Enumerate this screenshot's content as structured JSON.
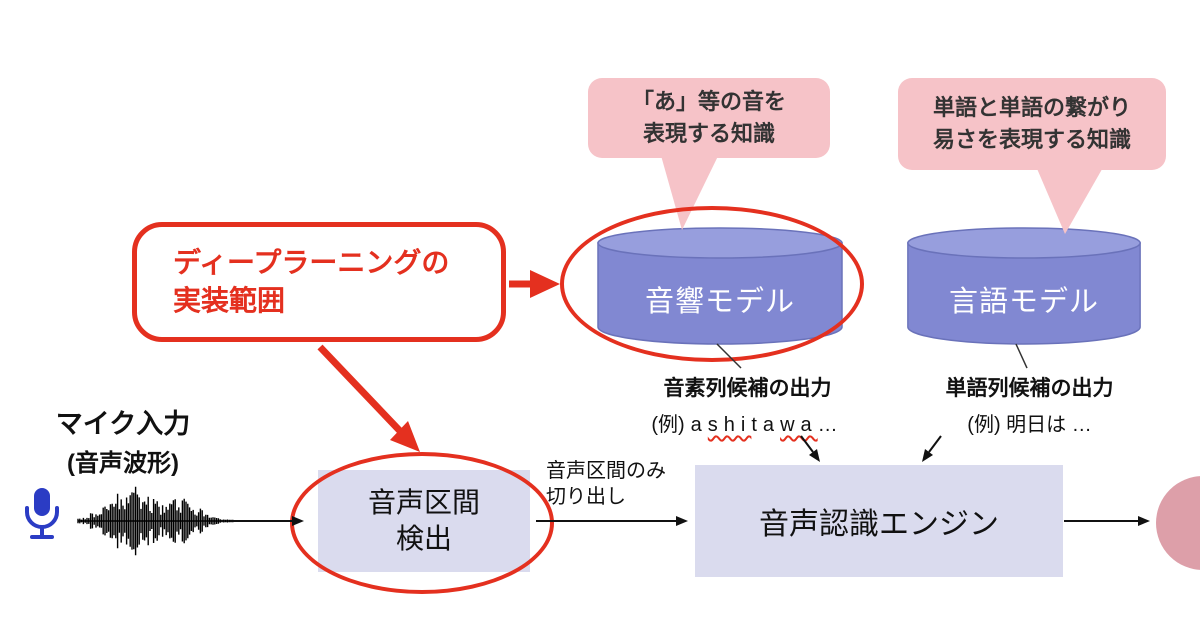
{
  "colors": {
    "red": "#e4301f",
    "bubble_pink": "#f6c3c8",
    "cylinder_blue": "#8188d2",
    "cylinder_top": "#979edd",
    "cylinder_stroke": "#6a72ba",
    "box_lavender": "#dadbee",
    "circle_pink": "#dd9fa9",
    "mic_blue": "#2b3cc4"
  },
  "callouts": {
    "acoustic": {
      "line1": "「あ」等の音を",
      "line2": "表現する知識"
    },
    "language": {
      "line1": "単語と単語の繋がり",
      "line2": "易さを表現する知識"
    }
  },
  "deep_learning": {
    "line1": "ディープラーニングの",
    "line2": "実装範囲"
  },
  "models": {
    "acoustic": {
      "label": "音響モデル"
    },
    "language": {
      "label": "言語モデル"
    }
  },
  "outputs": {
    "phoneme": {
      "title": "音素列候補の出力",
      "example_prefix": "(例)",
      "example_segments": [
        {
          "text": "a",
          "wavy": false
        },
        {
          "text": "shi",
          "wavy": true
        },
        {
          "text": "ta",
          "wavy": false
        },
        {
          "text": "wa",
          "wavy": true
        },
        {
          "text": "…",
          "wavy": false
        }
      ]
    },
    "word": {
      "title": "単語列候補の出力",
      "example": "(例) 明日は …"
    }
  },
  "mic_input": {
    "line1": "マイク入力",
    "line2": "(音声波形)"
  },
  "vad": {
    "line1": "音声区間",
    "line2": "検出"
  },
  "segment_arrow": {
    "line1": "音声区間のみ",
    "line2": "切り出し"
  },
  "engine": {
    "label": "音声認識エンジン"
  }
}
